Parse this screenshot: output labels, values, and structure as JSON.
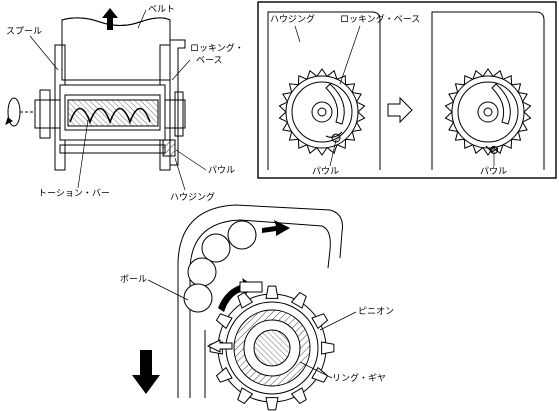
{
  "left_diagram": {
    "belt": "ベルト",
    "spool": "スプール",
    "locking_base": [
      "ロッキング・",
      "ベース"
    ],
    "torsion_bar": "トーション・バー",
    "pawl": "パウル",
    "housing": "ハウジング"
  },
  "inset": {
    "housing": "ハウジング",
    "locking_base": "ロッキング・ベース",
    "pawl_left": "パウル",
    "pawl_right": "パウル"
  },
  "bottom_diagram": {
    "ball": "ボール",
    "pinion": "ピニオン",
    "ring_gear": "リング・ギヤ"
  },
  "colors": {
    "ink": "#000000",
    "paper": "#ffffff",
    "hatch": "#444444"
  }
}
